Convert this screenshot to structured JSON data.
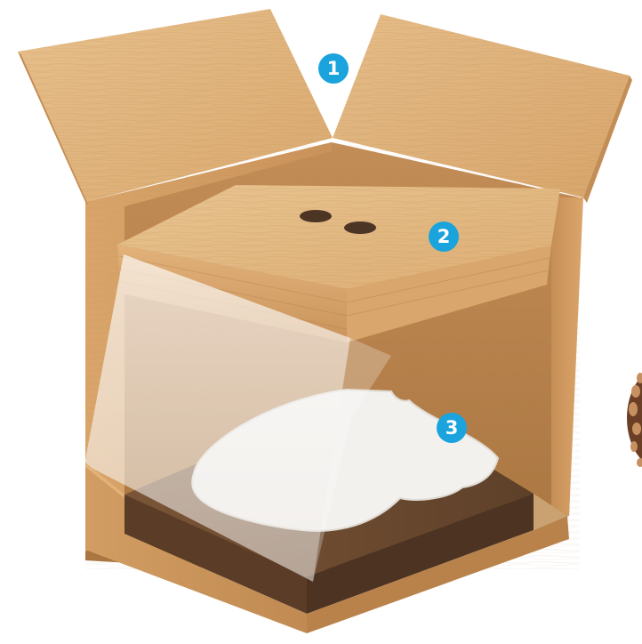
{
  "colors": {
    "badge": "#1aa3dc",
    "wood_light": "#e3b782",
    "wood_mid": "#d29d63",
    "wood_dark": "#b57c45",
    "base_dark": "#6e4c33",
    "plate": "#f4f2ee",
    "film": "#f3f1ee"
  },
  "badges": [
    {
      "label": "1"
    },
    {
      "label": "2"
    },
    {
      "label": "3"
    }
  ]
}
